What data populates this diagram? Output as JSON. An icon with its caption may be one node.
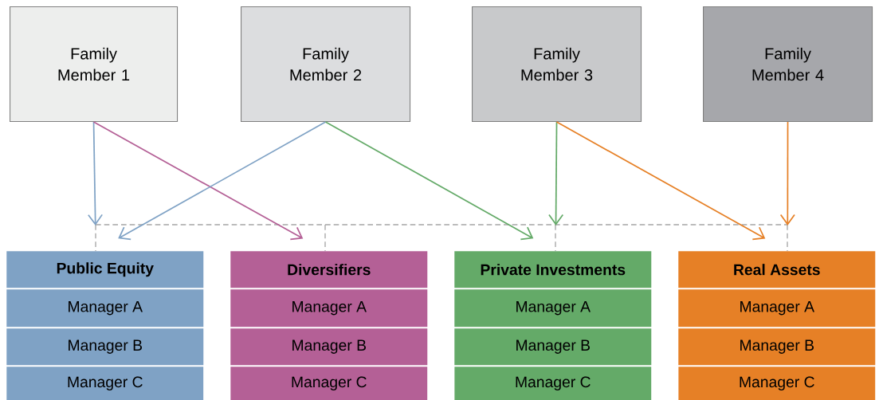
{
  "diagram": {
    "nodes": [
      {
        "text": [
          "Family Member 1"
        ]
      },
      {
        "text": [
          "Family Member 2"
        ]
      },
      {
        "text": [
          "Family Member 3"
        ]
      },
      {
        "text": [
          "Family Member 4"
        ]
      },
      {
        "text": [
          "Public Equity"
        ]
      },
      {
        "text": [
          "Manager A"
        ]
      },
      {
        "text": [
          "Manager B"
        ]
      },
      {
        "text": [
          "Manager C"
        ]
      },
      {
        "text": [
          "Diversifiers"
        ]
      },
      {
        "text": [
          "Manager A"
        ]
      },
      {
        "text": [
          "Manager B"
        ]
      },
      {
        "text": [
          "Manager C"
        ]
      },
      {
        "text": [
          "Private Investments"
        ]
      },
      {
        "text": [
          "Manager A"
        ]
      },
      {
        "text": [
          "Manager B"
        ]
      },
      {
        "text": [
          "Manager C"
        ]
      },
      {
        "text": [
          "Real Assets"
        ]
      },
      {
        "text": [
          "Manager A"
        ]
      },
      {
        "text": [
          "Manager B"
        ]
      },
      {
        "text": [
          "Manager C"
        ]
      }
    ],
    "edges": [
      {
        "from": 0,
        "to": 4,
        "arrow": "to",
        "color": "#7fa2c5"
      },
      {
        "from": 0,
        "to": 8,
        "arrow": "to",
        "color": "#b46096"
      },
      {
        "from": 1,
        "to": 4,
        "arrow": "to",
        "color": "#7fa2c5"
      },
      {
        "from": 1,
        "to": 12,
        "arrow": "to",
        "color": "#64aa68"
      },
      {
        "from": 2,
        "to": 12,
        "arrow": "to",
        "color": "#64aa68"
      },
      {
        "from": 2,
        "to": 16,
        "arrow": "to",
        "color": "#e68026"
      },
      {
        "from": 3,
        "to": 16,
        "arrow": "to",
        "color": "#e68026"
      }
    ]
  }
}
